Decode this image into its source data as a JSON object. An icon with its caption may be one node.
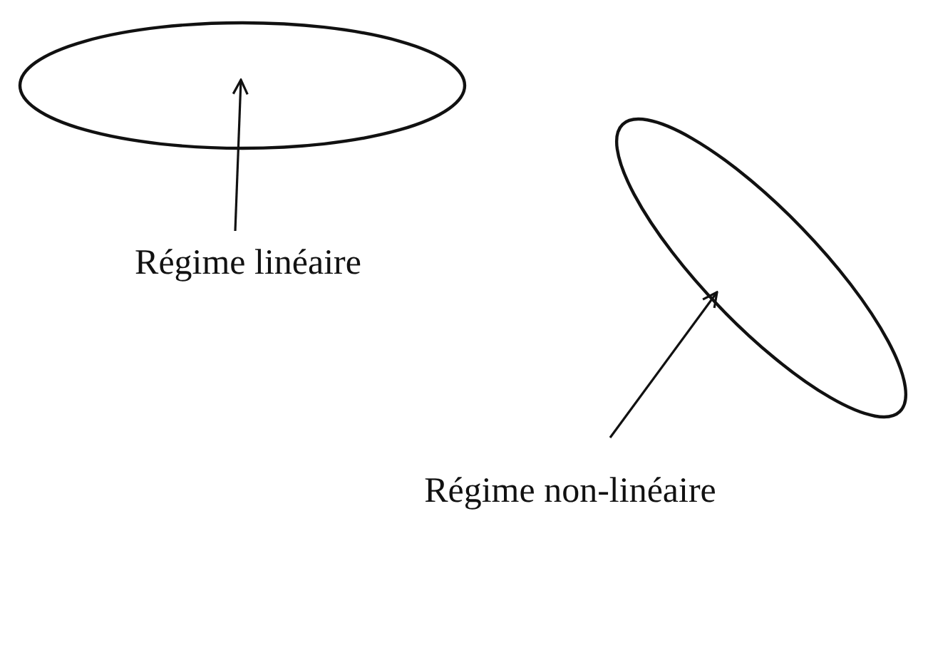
{
  "diagram": {
    "nodes": [
      {
        "text": [],
        "shape": "ellipse"
      },
      {
        "text": [
          "Régime linéaire"
        ]
      },
      {
        "text": [],
        "shape": "ellipse"
      },
      {
        "text": [
          "Régime non-linéaire"
        ]
      }
    ],
    "edges": [
      {
        "from": 1,
        "to": 0,
        "arrow": "to"
      },
      {
        "from": 3,
        "to": 2,
        "arrow": "to"
      }
    ]
  }
}
